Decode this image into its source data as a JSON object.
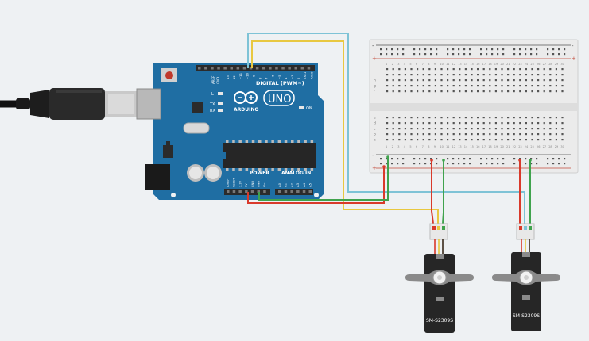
{
  "board": {
    "brand": "ARDUINO",
    "model": "UNO",
    "digital_label": "DIGITAL (PWM~)",
    "power_label": "POWER",
    "analog_label": "ANALOG IN",
    "on_label": "ON",
    "l_label": "L",
    "tx_label": "TX",
    "rx_label": "RX",
    "aref_label": "AREF",
    "gnd_label": "GND",
    "digital_pins": [
      "13",
      "12",
      "~11",
      "~10",
      "~9",
      "8",
      "7",
      "~6",
      "~5",
      "4",
      "~3",
      "2",
      "TX▸1",
      "RX◂0"
    ],
    "power_pins": [
      "IOREF",
      "RESET",
      "3.3V",
      "5V",
      "GND",
      "GND",
      "Vin"
    ],
    "analog_pins": [
      "A0",
      "A1",
      "A2",
      "A3",
      "A4",
      "A5"
    ]
  },
  "breadboard": {
    "row_letters_top": [
      "j",
      "i",
      "h",
      "g",
      "f"
    ],
    "row_letters_bottom": [
      "e",
      "d",
      "c",
      "b",
      "a"
    ],
    "columns": 30,
    "plus": "+",
    "minus": "-"
  },
  "servos": [
    {
      "label": "SM-S2309S"
    },
    {
      "label": "SM-S2309S"
    }
  ],
  "colors": {
    "board": "#1f6ea3",
    "header": "#2b2b2b",
    "breadboard": "#ebebeb",
    "wire_red": "#d93a2b",
    "wire_green": "#3fa34d",
    "wire_yellow": "#e8c840",
    "wire_blue": "#7ec3d6",
    "servo_body": "#262626",
    "servo_horn": "#8a8a8a"
  }
}
